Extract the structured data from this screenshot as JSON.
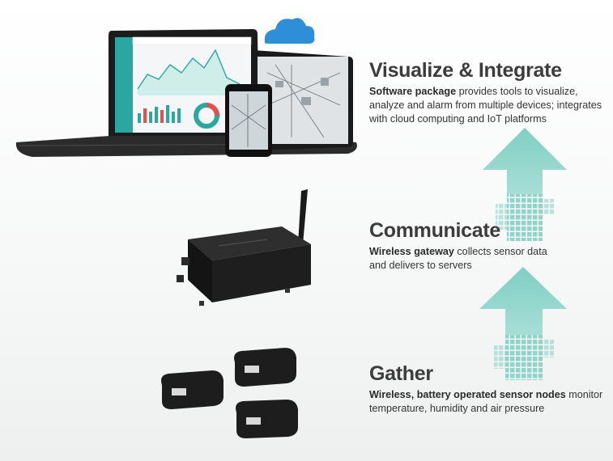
{
  "sections": {
    "visualize": {
      "heading": "Visualize & Integrate",
      "lead": "Software package",
      "rest": " provides tools to visualize, analyze and alarm from multiple devices; integrates with cloud computing and IoT platforms"
    },
    "communicate": {
      "heading": "Communicate",
      "lead": "Wireless gateway",
      "rest": " collects sensor data and delivers to servers"
    },
    "gather": {
      "heading": "Gather",
      "lead": "Wireless, battery operated sensor nodes",
      "rest": " monitor temperature, humidity and air pressure"
    }
  },
  "colors": {
    "arrow": "#7fcfc3",
    "cloud": "#2e8fd8",
    "device": "#222222"
  },
  "icons": [
    "cloud-icon",
    "laptop",
    "tablet",
    "phone",
    "gateway",
    "sensor-node",
    "up-arrow"
  ]
}
